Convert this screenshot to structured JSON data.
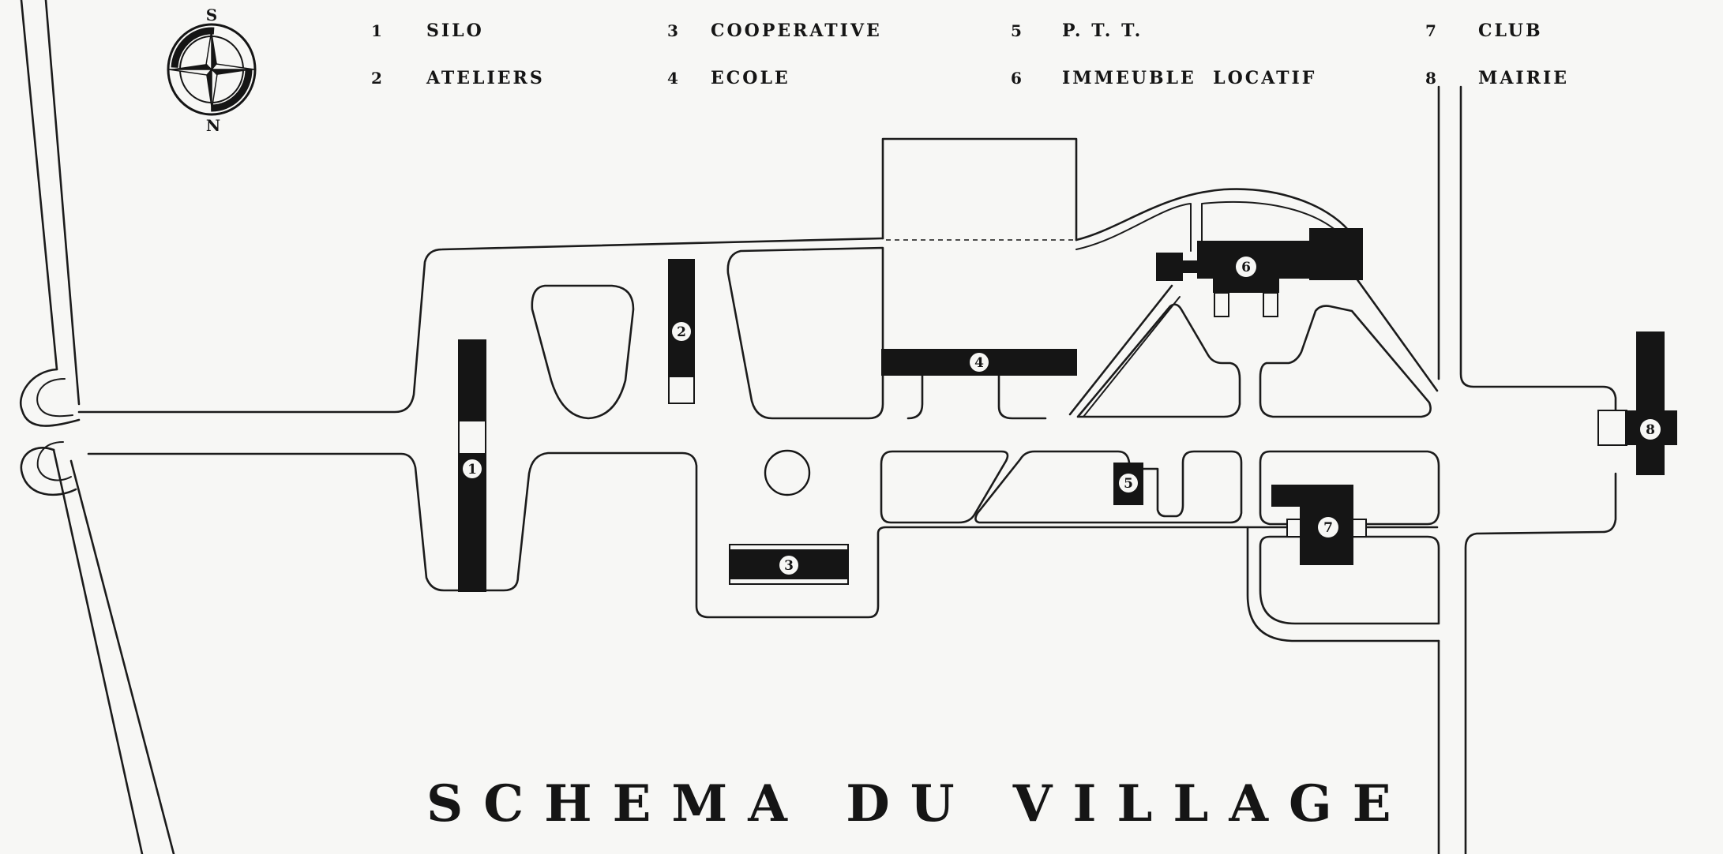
{
  "title": "SCHEMA DU VILLAGE",
  "compass": {
    "top_letter": "S",
    "bottom_letter": "N"
  },
  "legend": [
    {
      "number": "1",
      "label": "SILO"
    },
    {
      "number": "2",
      "label": "ATELIERS"
    },
    {
      "number": "3",
      "label": "COOPERATIVE"
    },
    {
      "number": "4",
      "label": "ECOLE"
    },
    {
      "number": "5",
      "label": "P. T. T."
    },
    {
      "number": "6",
      "label": "IMMEUBLE  LOCATIF"
    },
    {
      "number": "7",
      "label": "CLUB"
    },
    {
      "number": "8",
      "label": "MAIRIE"
    }
  ],
  "buildings": [
    {
      "number": "1",
      "name": "SILO"
    },
    {
      "number": "2",
      "name": "ATELIERS"
    },
    {
      "number": "3",
      "name": "COOPERATIVE"
    },
    {
      "number": "4",
      "name": "ECOLE"
    },
    {
      "number": "5",
      "name": "P. T. T."
    },
    {
      "number": "6",
      "name": "IMMEUBLE LOCATIF"
    },
    {
      "number": "7",
      "name": "CLUB"
    },
    {
      "number": "8",
      "name": "MAIRIE"
    }
  ],
  "colors": {
    "ink": "#151515",
    "paper": "#f7f7f5"
  }
}
